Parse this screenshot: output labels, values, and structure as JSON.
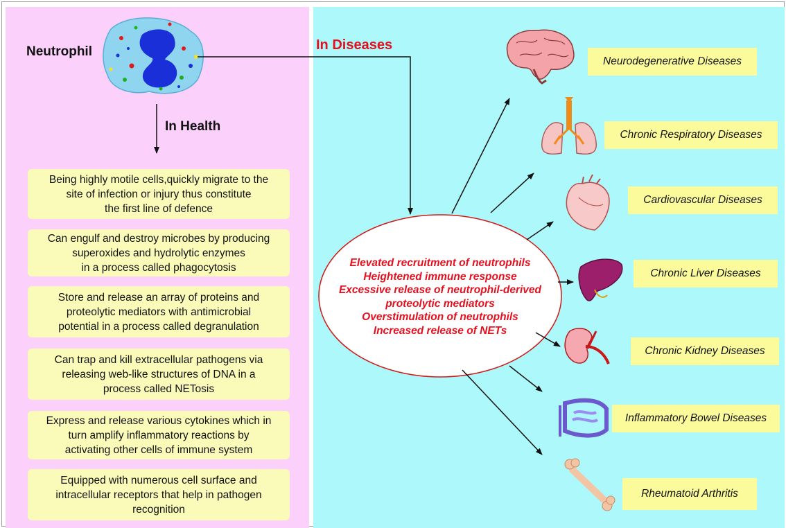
{
  "neutrophil_label": "Neutrophil",
  "in_health_label": "In Health",
  "in_diseases_label": "In Diseases",
  "colors": {
    "left_panel": "#fbd0fb",
    "right_panel": "#adf8fa",
    "box": "#fbfbb9",
    "label_box": "#fbfb9c",
    "emphasis_text": "#e3101f"
  },
  "health_functions": [
    {
      "lines": [
        "Being highly motile cells,quickly migrate to the",
        "site of infection or injury thus constitute",
        "the first line of defence"
      ]
    },
    {
      "lines": [
        "Can engulf and destroy microbes by producing",
        "superoxides and hydrolytic enzymes",
        "in a process called phagocytosis"
      ]
    },
    {
      "lines": [
        "Store and release an array of proteins and",
        "proteolytic mediators with antimicrobial",
        "potential in a process called degranulation"
      ]
    },
    {
      "lines": [
        "Can trap and kill extracellular pathogens via",
        "releasing web-like structures of DNA in a",
        "process called NETosis"
      ]
    },
    {
      "lines": [
        "Express and release various cytokines which in",
        "turn amplify inflammatory reactions by",
        "activating other cells of immune system"
      ]
    },
    {
      "lines": [
        "Equipped with numerous cell surface and",
        "intracellular receptors that help in pathogen",
        "recognition"
      ]
    }
  ],
  "disease_mechanisms": [
    "Elevated recruitment of neutrophils",
    "Heightened immune response",
    "Excessive release of neutrophil-derived",
    "proteolytic mediators",
    "Overstimulation of neutrophils",
    "Increased release of NETs"
  ],
  "diseases": [
    {
      "label": "Neurodegenerative Diseases",
      "icon": "brain-icon"
    },
    {
      "label": "Chronic Respiratory Diseases",
      "icon": "lungs-icon"
    },
    {
      "label": "Cardiovascular Diseases",
      "icon": "heart-icon"
    },
    {
      "label": "Chronic Liver Diseases",
      "icon": "liver-icon"
    },
    {
      "label": "Chronic Kidney Diseases",
      "icon": "kidney-icon"
    },
    {
      "label": "Inflammatory Bowel Diseases",
      "icon": "intestine-icon"
    },
    {
      "label": "Rheumatoid Arthritis",
      "icon": "bone-icon"
    }
  ]
}
